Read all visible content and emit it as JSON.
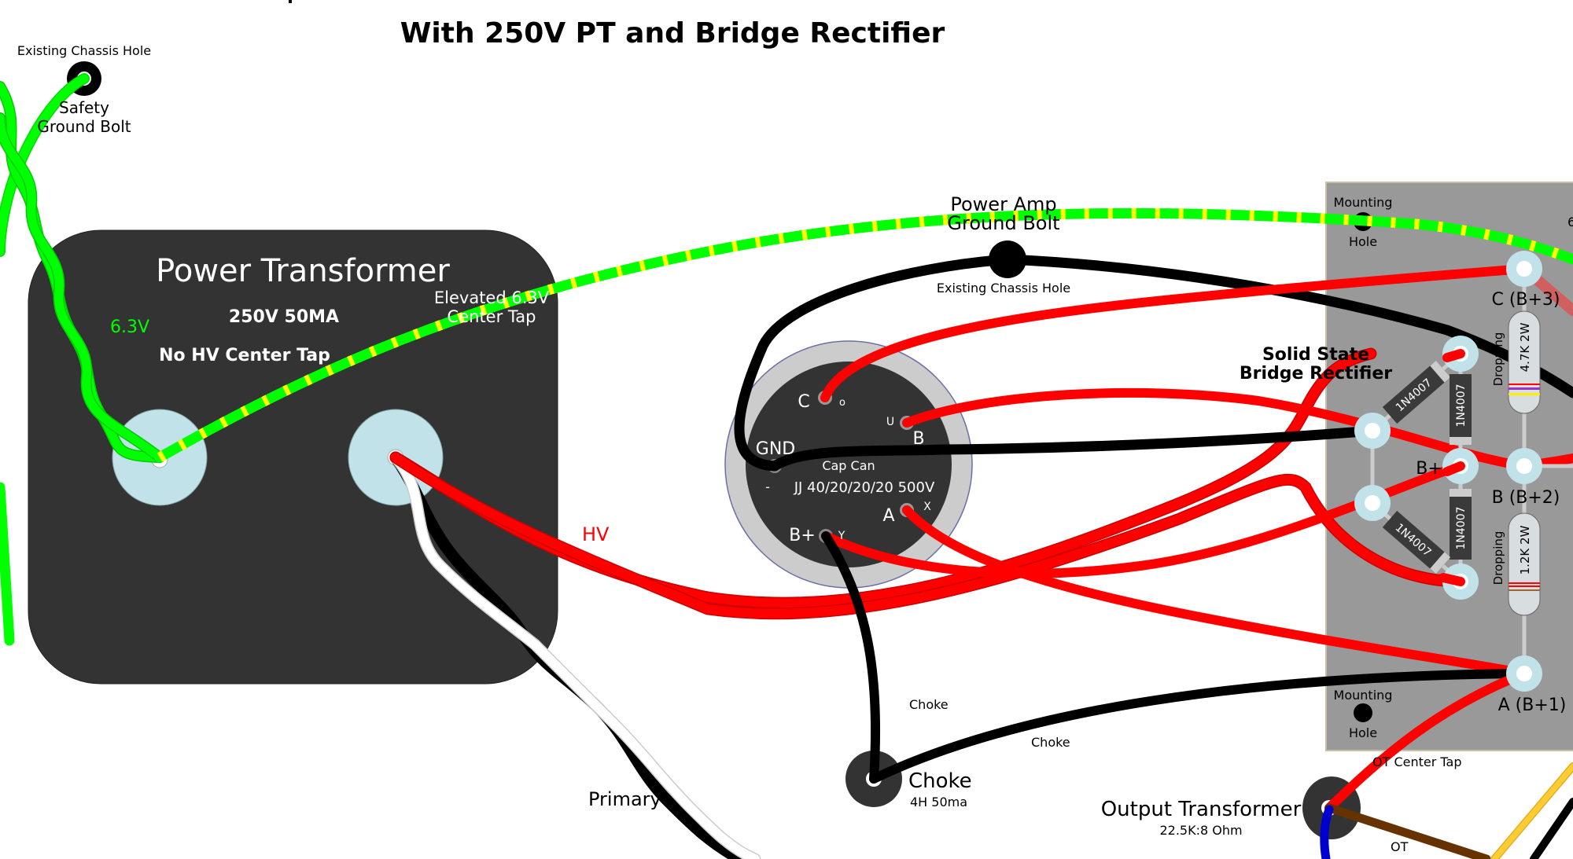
{
  "title": "With 250V PT and Bridge Rectifier",
  "colors": {
    "hv_wire": "#ff0000",
    "heater_wire": "#00ff00",
    "heater_stripe": "#ffff00",
    "ground_wire": "#000000",
    "primary_wire_alt": "#ffffff",
    "transformer_body": "#333333",
    "lug_ring": "#c2e2ea",
    "board": "#999999",
    "cap_can_rim": "#cccccc",
    "ot_blue": "#0000cc",
    "ot_brown": "#663300",
    "ot_yellow": "#ffcc33"
  },
  "safety_ground": {
    "top_label": "Existing Chassis Hole",
    "label_line1": "Safety",
    "label_line2": "Ground Bolt"
  },
  "power_transformer": {
    "title": "Power Transformer",
    "rating": "250V 50MA",
    "note": "No HV Center Tap",
    "heater_label": "6.3V",
    "elevated_label_line1": "Elevated 6.3V",
    "elevated_label_line2": "Center Tap",
    "hv_label": "HV",
    "primary_label": "Primary"
  },
  "power_amp_ground": {
    "label_line1": "Power Amp",
    "label_line2": "Ground Bolt",
    "bottom_label": "Existing Chassis Hole"
  },
  "cap_can": {
    "title": "Cap Can",
    "spec": "JJ 40/20/20/20 500V",
    "terminals": {
      "c": "C",
      "c_sym": "o",
      "b": "B",
      "b_sym": "U",
      "gnd": "GND",
      "gnd_sym": "-",
      "a": "A",
      "a_sym": "X",
      "bplus": "B+",
      "bplus_sym": "Y"
    }
  },
  "choke": {
    "label": "Choke",
    "spec": "4H 50ma",
    "wire_label_1": "Choke",
    "wire_label_2": "Choke"
  },
  "output_transformer": {
    "label": "Output Transformer",
    "spec": "22.5K:8 Ohm",
    "center_tap_label": "OT Center Tap",
    "ot_label": "OT"
  },
  "board": {
    "rectifier_title_line1": "Solid State",
    "rectifier_title_line2": "Bridge Rectifier",
    "mounting_top_1": "Mounting",
    "mounting_top_2": "Hole",
    "mounting_bottom_1": "Mounting",
    "mounting_bottom_2": "Hole",
    "diodes": [
      "1N4007",
      "1N4007",
      "1N4007",
      "1N4007"
    ],
    "bplus_label": "B+",
    "node_c": "C (B+3)",
    "node_b": "B (B+2)",
    "node_a": "A (B+1)",
    "resistor_top": "4.7K 2W",
    "resistor_bottom": "1.2K 2W",
    "dropping_label_1": "Dropping",
    "dropping_label_2": "Dropping",
    "edge_label": "6"
  }
}
